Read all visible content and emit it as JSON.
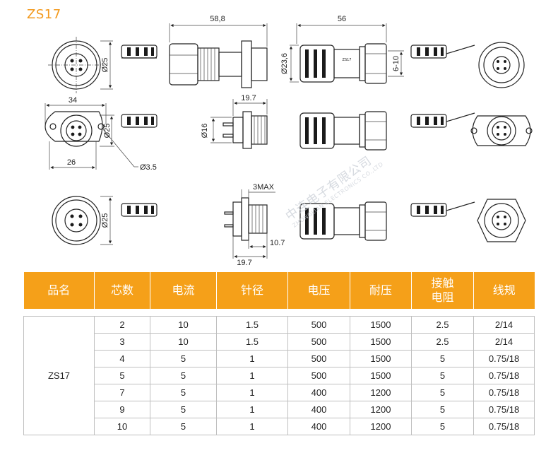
{
  "title": "ZS17",
  "dimensions": {
    "length_1": "58,8",
    "length_2": "56",
    "dia_23_6": "Ø23,6",
    "range_6_10": "6-10",
    "dia_25_a": "Ø25",
    "dia_25_b": "Ø25",
    "dia_25_c": "Ø25",
    "width_34": "34",
    "width_26": "26",
    "hole_3_5": "Ø3.5",
    "len_19_7_a": "19.7",
    "dia_16": "Ø16",
    "max_3": "3MAX",
    "len_10_7": "10.7",
    "len_19_7_b": "19.7"
  },
  "watermark": {
    "text": "中连电子有限公司",
    "sub": "ZHONGLIAN ELECTRONICS CO.,LTD"
  },
  "table": {
    "headers": [
      "品名",
      "芯数",
      "电流",
      "针径",
      "电压",
      "耐压",
      "接触电阻",
      "线规"
    ],
    "product": "ZS17",
    "rows": [
      [
        "2",
        "10",
        "1.5",
        "500",
        "1500",
        "2.5",
        "2/14"
      ],
      [
        "3",
        "10",
        "1.5",
        "500",
        "1500",
        "2.5",
        "2/14"
      ],
      [
        "4",
        "5",
        "1",
        "500",
        "1500",
        "5",
        "0.75/18"
      ],
      [
        "5",
        "5",
        "1",
        "500",
        "1500",
        "5",
        "0.75/18"
      ],
      [
        "7",
        "5",
        "1",
        "400",
        "1200",
        "5",
        "0.75/18"
      ],
      [
        "9",
        "5",
        "1",
        "400",
        "1200",
        "5",
        "0.75/18"
      ],
      [
        "10",
        "5",
        "1",
        "400",
        "1200",
        "5",
        "0.75/18"
      ]
    ]
  }
}
